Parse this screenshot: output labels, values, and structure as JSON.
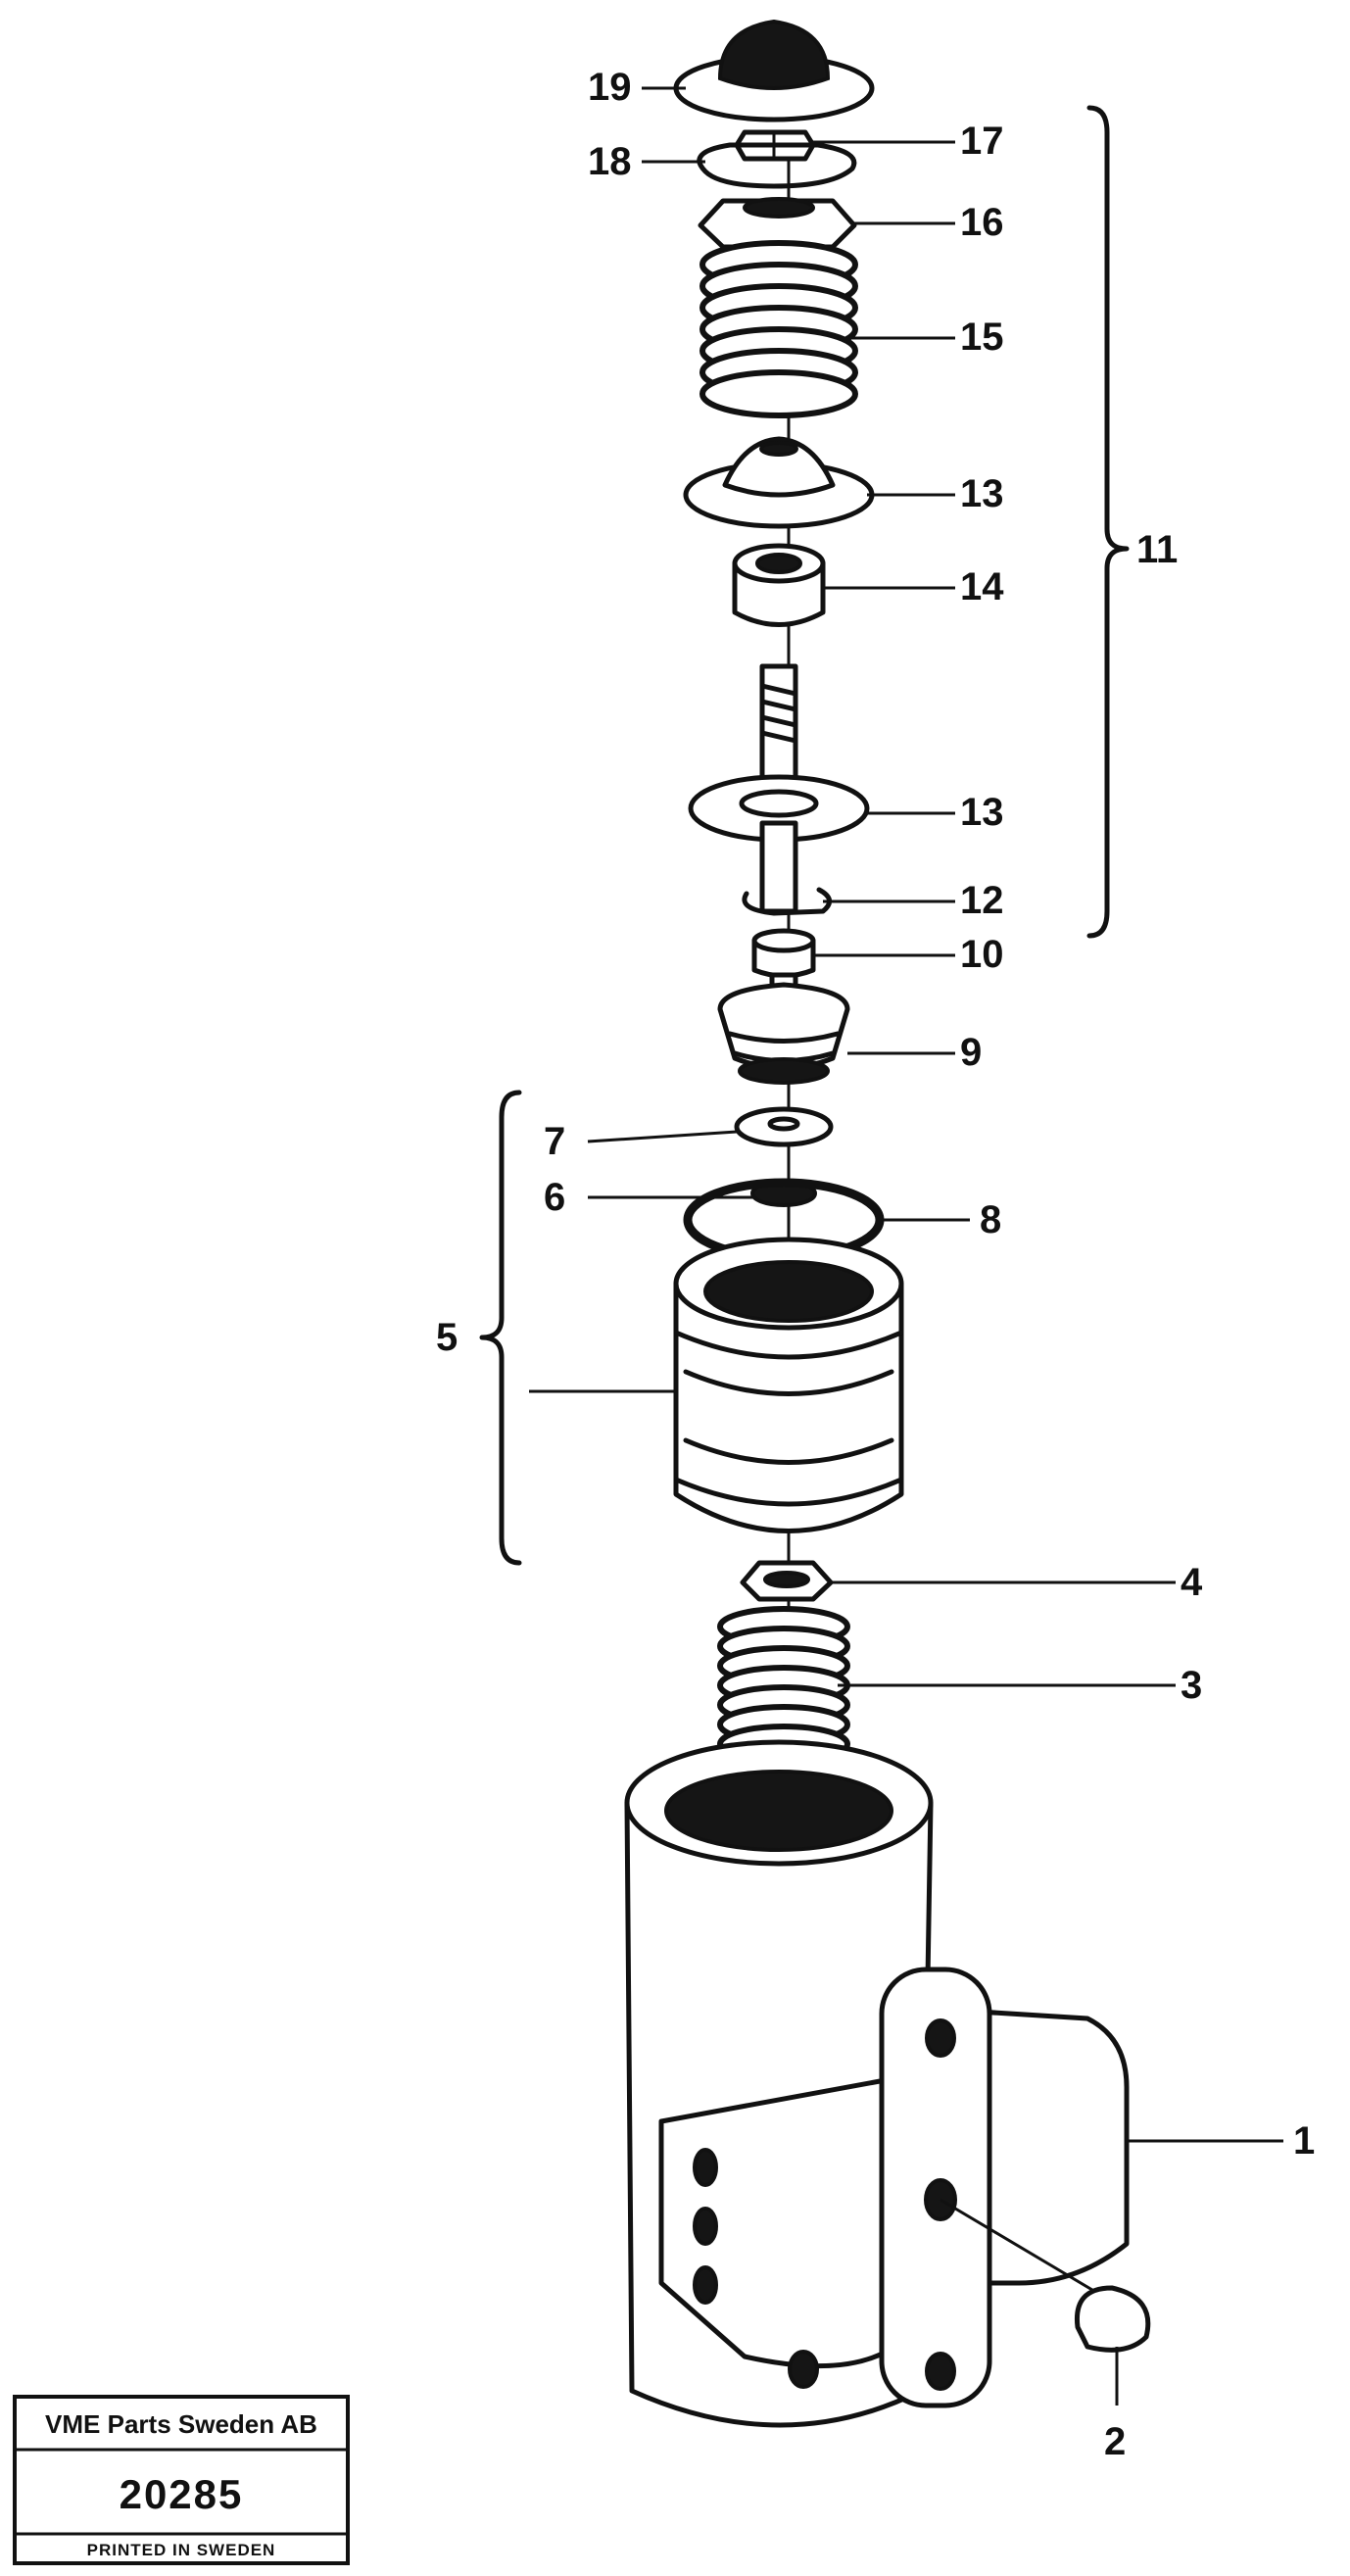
{
  "callouts": [
    {
      "id": "19",
      "text": "19"
    },
    {
      "id": "18",
      "text": "18"
    },
    {
      "id": "17",
      "text": "17"
    },
    {
      "id": "16",
      "text": "16"
    },
    {
      "id": "15",
      "text": "15"
    },
    {
      "id": "13a",
      "text": "13"
    },
    {
      "id": "14",
      "text": "14"
    },
    {
      "id": "11",
      "text": "11"
    },
    {
      "id": "13b",
      "text": "13"
    },
    {
      "id": "12",
      "text": "12"
    },
    {
      "id": "10",
      "text": "10"
    },
    {
      "id": "9",
      "text": "9"
    },
    {
      "id": "7",
      "text": "7"
    },
    {
      "id": "6",
      "text": "6"
    },
    {
      "id": "8",
      "text": "8"
    },
    {
      "id": "5",
      "text": "5"
    },
    {
      "id": "4",
      "text": "4"
    },
    {
      "id": "3",
      "text": "3"
    },
    {
      "id": "1",
      "text": "1"
    },
    {
      "id": "2",
      "text": "2"
    }
  ],
  "stamp": {
    "company": "VME Parts Sweden AB",
    "number": "20285",
    "printed": "PRINTED IN SWEDEN"
  }
}
